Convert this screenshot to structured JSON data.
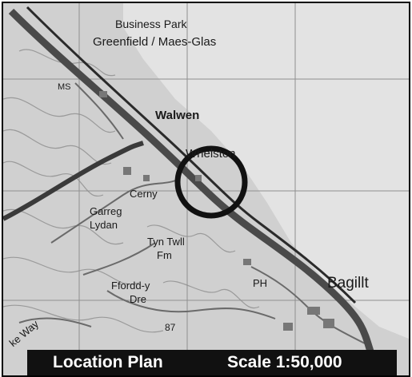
{
  "map": {
    "labels": {
      "business_park": "Business Park",
      "greenfield": "Greenfield / Maes-Glas",
      "walwen": "Walwen",
      "whelston": "Whelston",
      "cerny": "Cerny",
      "garreg": "Garreg",
      "lydan": "Lydan",
      "tyn_twll": "Tyn Twll",
      "fm": "Fm",
      "ffordd_y": "Ffordd-y",
      "dre": "Dre",
      "ph": "PH",
      "bagillt": "Bagillt",
      "ms": "MS",
      "b87": "87",
      "ke_way": "ke Way"
    },
    "colors": {
      "land": "#d2d2d2",
      "sea": "#e2e2e2",
      "road": "#555555",
      "marker": "#111111"
    }
  },
  "caption": {
    "title": "Location Plan",
    "scale": "Scale 1:50,000"
  }
}
